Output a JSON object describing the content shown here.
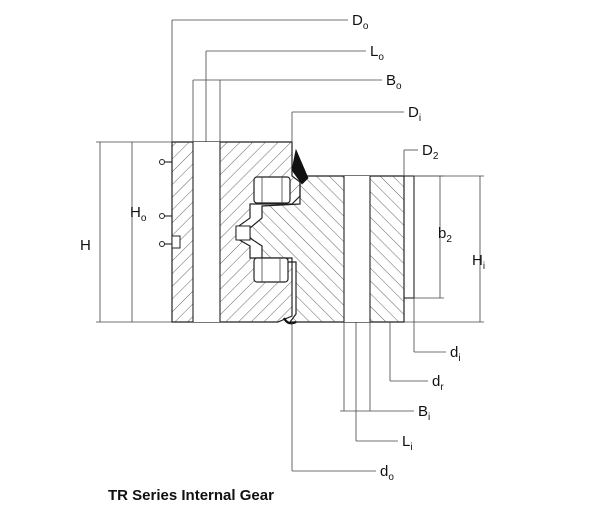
{
  "caption": "TR Series Internal Gear",
  "dimensions": [
    {
      "id": "Do",
      "main": "D",
      "sub": "o"
    },
    {
      "id": "Lo",
      "main": "L",
      "sub": "o"
    },
    {
      "id": "Bo",
      "main": "B",
      "sub": "o"
    },
    {
      "id": "Di",
      "main": "D",
      "sub": "i"
    },
    {
      "id": "D2",
      "main": "D",
      "sub": "2"
    },
    {
      "id": "H",
      "main": "H",
      "sub": ""
    },
    {
      "id": "Ho",
      "main": "H",
      "sub": "o"
    },
    {
      "id": "b2",
      "main": "b",
      "sub": "2"
    },
    {
      "id": "Hi",
      "main": "H",
      "sub": "i"
    },
    {
      "id": "di",
      "main": "d",
      "sub": "i"
    },
    {
      "id": "dr",
      "main": "d",
      "sub": "r"
    },
    {
      "id": "Bi",
      "main": "B",
      "sub": "i"
    },
    {
      "id": "Li",
      "main": "L",
      "sub": "i"
    },
    {
      "id": "do",
      "main": "d",
      "sub": "o"
    }
  ]
}
